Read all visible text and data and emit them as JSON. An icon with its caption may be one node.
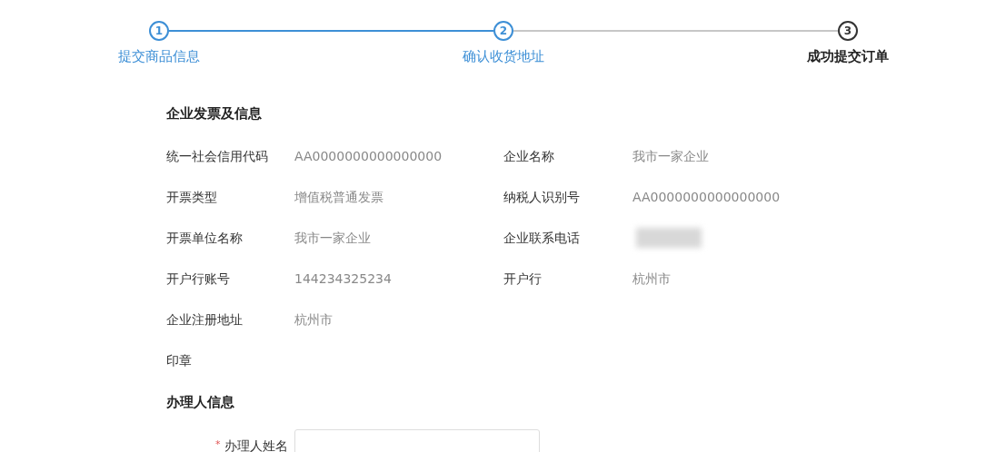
{
  "diagram": {
    "nodes": [
      {
        "text": [
          "1"
        ],
        "beside": [
          "提交商品信息"
        ]
      },
      {
        "text": [
          "2"
        ],
        "beside": [
          "确认收货地址"
        ]
      },
      {
        "text": [
          "3"
        ],
        "beside": [
          "成功提交订单"
        ]
      }
    ],
    "edges": [
      {
        "from": 0,
        "to": 1,
        "arrow": "none",
        "color": "#3d8fd6"
      },
      {
        "from": 1,
        "to": 2,
        "arrow": "none",
        "color": "#b5b5b5"
      }
    ],
    "labels": [
      "企业发票及信息",
      "统一社会信用代码",
      "AA0000000000000000",
      "企业名称",
      "我市一家企业",
      "开票类型",
      "增值税普通发票",
      "纳税人识别号",
      "AA0000000000000000",
      "开票单位名称",
      "我市一家企业",
      "企业联系电话",
      "开户行账号",
      "144234325234",
      "开户行",
      "杭州市",
      "企业注册地址",
      "杭州市",
      "印章",
      "办理人信息",
      "*",
      "办理人姓名"
    ]
  }
}
